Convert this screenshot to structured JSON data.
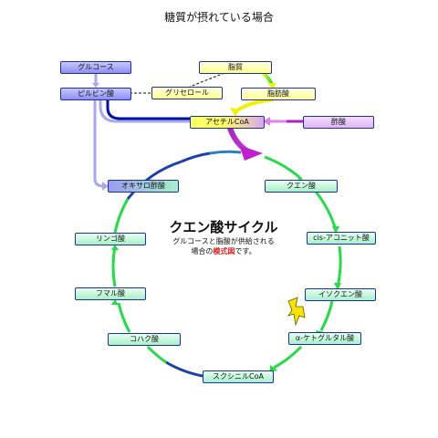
{
  "title": "糖質が摂れている場合",
  "center": {
    "heading": "クエン酸サイクル",
    "line1": "グルコースと脂酸が供給される",
    "line2_pre": "場合の",
    "line2_accent": "模式図",
    "line2_post": "です。"
  },
  "nodes": {
    "glucose": "グルコース",
    "pyruvate": "ピルビン酸",
    "glycerol": "グリセロール",
    "fat": "脂質",
    "fatty_acid": "脂肪酸",
    "acetyl_coa": "アセチルCoA",
    "acetic_acid": "酢酸",
    "oxaloacetate": "オキサロ酢酸",
    "citrate": "クエン酸",
    "cis_aconitate": "cis-アコニット酸",
    "isocitrate": "イソクエン酸",
    "ketoglutarate": "α-ケトグルタル酸",
    "succinyl_coa": "スクシニルCoA",
    "succinate": "コハク酸",
    "fumarate": "フマル酸",
    "malate": "リンゴ酸"
  },
  "colors": {
    "cycle_green": "#22dd44",
    "cycle_blue": "#1a3fb0",
    "pathway_blue": "#0010a8",
    "pathway_light": "#a8a8f0",
    "fat_yellow": "#f0f000",
    "acetyl_purple": "#c020d0",
    "acetate_pink": "#e080f0",
    "lightning": "#f4e400"
  },
  "icons": {
    "lightning": "lightning-bolt-icon"
  }
}
